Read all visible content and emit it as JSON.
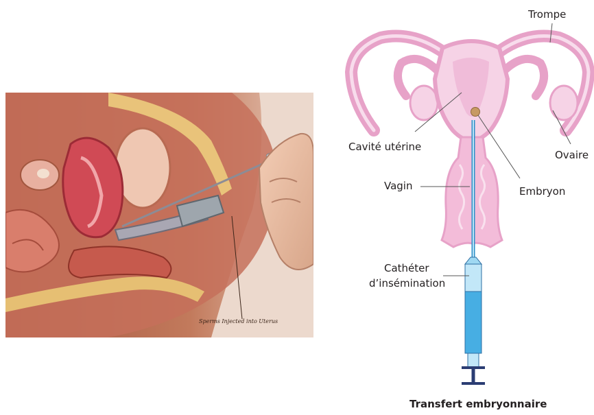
{
  "illustration": {
    "caption": "Sperms Injected into Uterus"
  },
  "diagram": {
    "labels": {
      "trompe": "Trompe",
      "cavite": "Cavité utérine",
      "ovaire": "Ovaire",
      "vagin": "Vagin",
      "embryon": "Embryon",
      "catheter_line1": "Cathéter",
      "catheter_line2": "d’insémination"
    },
    "caption": "Transfert embryonnaire"
  },
  "colors": {
    "uterus_outline": "#e7a2c8",
    "uterus_fill": "#f6d3e6",
    "vagina_fill": "#f3bcd9",
    "catheter_blue": "#5ab9e8",
    "embryo": "#c79a63"
  }
}
